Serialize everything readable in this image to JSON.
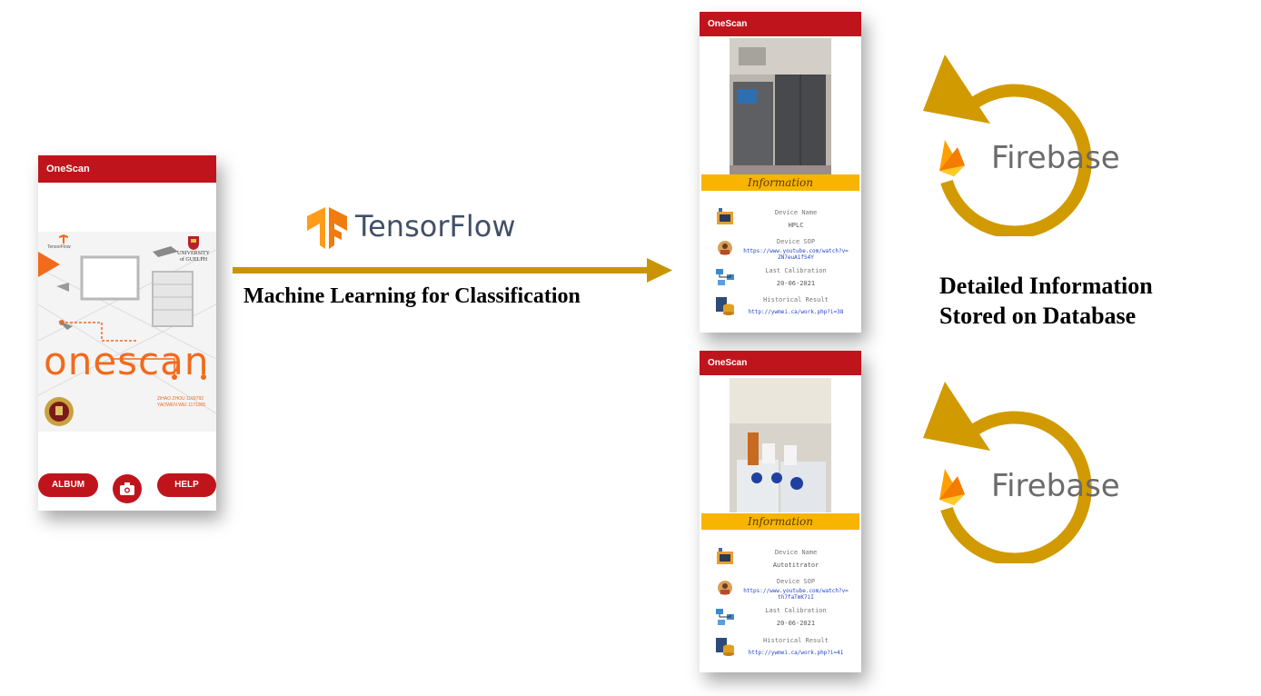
{
  "app_title": "OneScan",
  "main_phone": {
    "brand_small": "TensorFlow",
    "university": "UNIVERSITY of GUELPH",
    "logo": "onescan",
    "credits_line1": "ZiHAO ZHOU 1169792",
    "credits_line2": "YAOWEN WEI 1171905",
    "album_label": "ALBUM",
    "help_label": "HELP",
    "camera_icon": "camera-icon"
  },
  "tensorflow_label": "TensorFlow",
  "arrow_caption": "Machine Learning for Classification",
  "firebase_label": "Firebase",
  "database_caption_line1": "Detailed Information",
  "database_caption_line2": "Stored on Database",
  "result_phones": [
    {
      "info_header": "Information",
      "device_name_label": "Device Name",
      "device_name": "HPLC",
      "sop_label": "Device SOP",
      "sop_link_line1": "https://www.youtube.com/watch?v=",
      "sop_link_line2": "ZN7euA1fS4Y",
      "calibration_label": "Last Calibration",
      "calibration_date": "20-06-2021",
      "history_label": "Historical Result",
      "history_link": "http://ywmei.ca/work.php?i=38"
    },
    {
      "info_header": "Information",
      "device_name_label": "Device Name",
      "device_name": "Autotitrator",
      "sop_label": "Device SOP",
      "sop_link_line1": "https://www.youtube.com/watch?v=",
      "sop_link_line2": "th7faTmK7iI",
      "calibration_label": "Last Calibration",
      "calibration_date": "20-06-2021",
      "history_label": "Historical Result",
      "history_link": "http://ywmei.ca/work.php?i=41"
    }
  ],
  "colors": {
    "app_red": "#c0141c",
    "flow_arrow": "#c99400",
    "firebase_ring": "#d19a00",
    "info_band": "#f7b500",
    "onescan_orange": "#f26a1b"
  }
}
